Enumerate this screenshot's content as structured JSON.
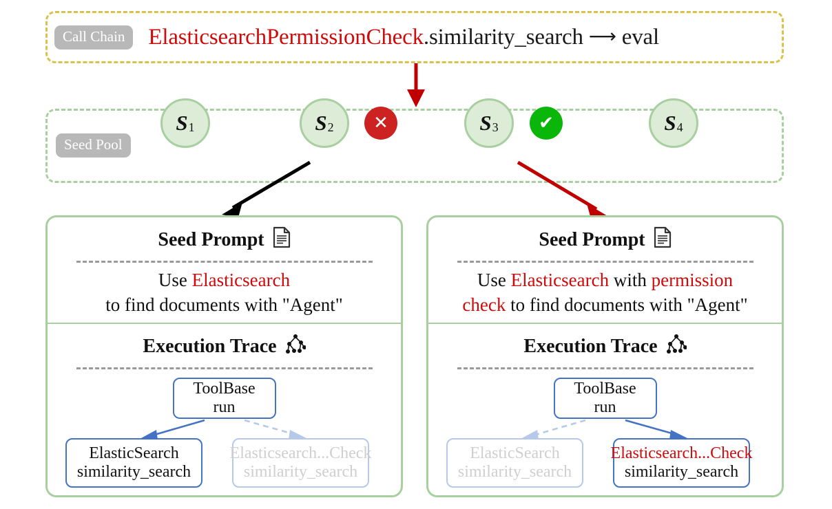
{
  "call_chain": {
    "badge_label": "Call Chain",
    "target_red": "ElasticsearchPermissionCheck",
    "target_rest": ".similarity_search",
    "arrow": "⟶",
    "eval_label": "eval"
  },
  "seed_pool": {
    "badge_label": "Seed Pool",
    "nodes": [
      {
        "symbol": "S",
        "index": "1"
      },
      {
        "symbol": "S",
        "index": "2"
      },
      {
        "symbol": "S",
        "index": "3"
      },
      {
        "symbol": "S",
        "index": "4"
      }
    ],
    "markers": {
      "fail_icon": "✕",
      "pass_icon": "✔",
      "fail_color": "#cc2222",
      "pass_color": "#0bb60b"
    }
  },
  "panels": [
    {
      "id": "left",
      "seed_prompt": {
        "title": "Seed Prompt",
        "icon": "document-icon",
        "line1_a": "Use ",
        "line1_red": "Elasticsearch",
        "line1_b": "",
        "line2_a": "to find documents with \"Agent\"",
        "line2_red": "",
        "line2_b": ""
      },
      "execution_trace": {
        "title": "Execution Trace",
        "icon": "tree-graph-icon",
        "root": {
          "l1": "ToolBase",
          "l2": "run",
          "state": "active"
        },
        "children": [
          {
            "l1": "ElasticSearch",
            "l2": "similarity_search",
            "state": "active",
            "l1_red": false
          },
          {
            "l1": "Elasticsearch...Check",
            "l2": "similarity_search",
            "state": "faded",
            "l1_red": false
          }
        ],
        "active_child": "left"
      }
    },
    {
      "id": "right",
      "seed_prompt": {
        "title": "Seed Prompt",
        "icon": "document-icon",
        "line1_a": "Use ",
        "line1_red": "Elasticsearch",
        "line1_b": " with ",
        "line1_red2": "permission",
        "line2_red": "check",
        "line2_a": " to find documents with \"Agent\""
      },
      "execution_trace": {
        "title": "Execution Trace",
        "icon": "tree-graph-icon",
        "root": {
          "l1": "ToolBase",
          "l2": "run",
          "state": "active"
        },
        "children": [
          {
            "l1": "ElasticSearch",
            "l2": "similarity_search",
            "state": "faded",
            "l1_red": false
          },
          {
            "l1": "Elasticsearch...Check",
            "l2": "similarity_search",
            "state": "active",
            "l1_red": true
          }
        ],
        "active_child": "right"
      }
    }
  ],
  "colors": {
    "accent_red": "#cf0a0a",
    "arrow_red": "#c00000",
    "green_border": "#a8cfa0",
    "green_fill": "#dcecd7",
    "yellow_dash": "#d8c24a",
    "blue_box": "#4472c4",
    "faded_blue": "#b6c9e8",
    "faded_gray": "#cfcfcf",
    "badge_gray": "#b8b8b8"
  }
}
